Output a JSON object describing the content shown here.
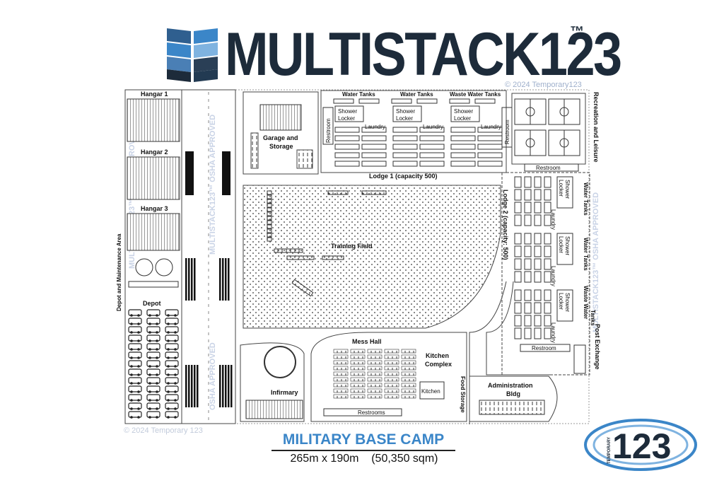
{
  "brand": {
    "name": "MULTISTACK123",
    "trademark": "™",
    "copyright_top": "© 2024 Temporary123",
    "copyright_bottom": "© 2024 Temporary 123",
    "logo_badge_text": "123",
    "logo_badge_subtext": "TEMPORARY",
    "colors": {
      "dark": "#1d2b3a",
      "blue": "#3b86c8",
      "light_blue": "#7fb3e0",
      "mid_blue": "#4a7fb5"
    }
  },
  "map": {
    "title": "MILITARY BASE CAMP",
    "dimensions": "265m x 190m",
    "area": "(50,350 sqm)"
  },
  "watermarks": {
    "osha_1": "MULTISTACK123™ OSHA APPROVED",
    "osha_2": "MULTISTACK123™ OSHA APPROVED",
    "osha_3": "OSHA APPROVED",
    "osha_4": "MULTISTACK123™ OSHA APPROVED"
  },
  "labels": {
    "hangar_1": "Hangar 1",
    "hangar_2": "Hangar 2",
    "hangar_3": "Hangar 3",
    "depot": "Depot",
    "depot_area": "Depot and Maintenance Area",
    "garage_line1": "Garage and",
    "garage_line2": "Storage",
    "water_tanks_1": "Water Tanks",
    "water_tanks_2": "Water Tanks",
    "waste_water_tanks_top": "Waste Water Tanks",
    "shower": "Shower",
    "locker": "Locker",
    "laundry": "Laundry",
    "restroom": "Restroom",
    "lodge_1": "Lodge 1 (capacity 500)",
    "lodge_2": "Lodge 2 (capacity: 500)",
    "recreation": "Recreation and Leisure",
    "training_field": "Training Field",
    "water_tanks_r1": "Water Tanks",
    "water_tanks_r2": "Water Tanks",
    "waste_water_r_line1": "Waste Water",
    "waste_water_r_line2": "Tanks",
    "post_exchange": "Post Exchange",
    "mess_hall": "Mess Hall",
    "kitchen_complex_line1": "Kitchen",
    "kitchen_complex_line2": "Complex",
    "kitchen": "Kitchen",
    "food_storage": "Food Storage",
    "infirmary": "Infirmary",
    "restrooms": "Restrooms",
    "admin_line1": "Administration",
    "admin_line2": "Bldg"
  }
}
